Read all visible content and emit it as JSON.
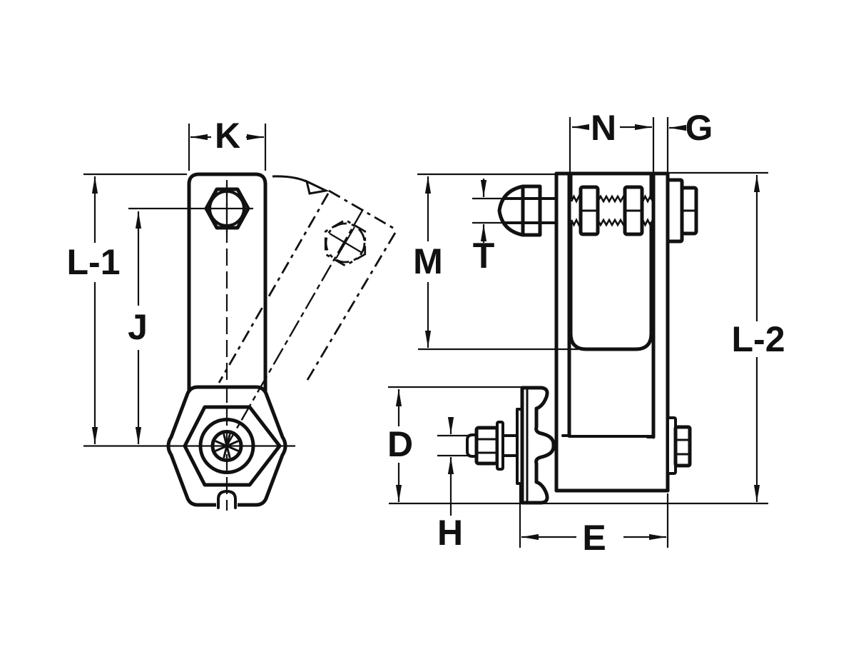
{
  "drawing": {
    "type": "technical-line-drawing",
    "description": "Two-view dimensioned engineering drawing of a swivel strap clamp bracket with through-bolt and bottom stud",
    "background_color": "#ffffff",
    "line_color": "#111111"
  },
  "views": [
    {
      "id": "front-view",
      "name": "front view of swivel strap with rotated phantom position"
    },
    {
      "id": "side-view",
      "name": "side view of clamp bracket with bolt and stud"
    }
  ],
  "dimensions": {
    "k": "K",
    "l1": "L-1",
    "j": "J",
    "n": "N",
    "g": "G",
    "m": "M",
    "t": "T",
    "l2": "L-2",
    "d": "D",
    "h": "H",
    "e": "E"
  }
}
